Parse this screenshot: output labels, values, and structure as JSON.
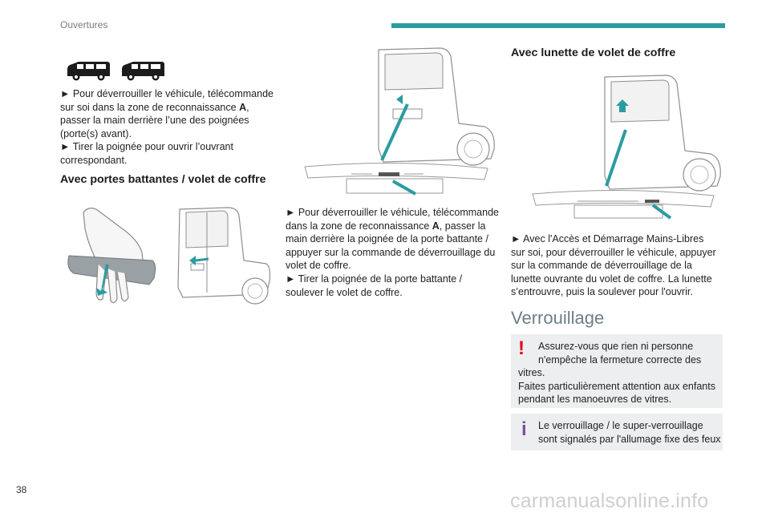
{
  "header": {
    "section_title": "Ouvertures"
  },
  "col1": {
    "instr_line1": "► Pour déverrouiller le véhicule, télécommande",
    "instr_line2_a": "sur soi dans la zone de reconnaissance ",
    "instr_line2_b": "A",
    "instr_line2_c": ",",
    "instr_line3": "passer la main derrière l’une des poignées",
    "instr_line4": "(porte(s) avant).",
    "instr_line5": "► Tirer la poignée pour ouvrir l’ouvrant",
    "instr_line6": "correspondant.",
    "heading": "Avec portes battantes / volet de coffre"
  },
  "col2": {
    "line1": "► Pour déverrouiller le véhicule, télécommande",
    "line2_a": "dans la zone de reconnaissance ",
    "line2_b": "A",
    "line2_c": ", passer la",
    "line3": "main derrière la poignée de la porte battante /",
    "line4": "appuyer sur la commande de déverrouillage du",
    "line5": "volet de coffre.",
    "line6": "► Tirer la poignée de la porte battante /",
    "line7": "soulever le volet de coffre."
  },
  "col3": {
    "heading": "Avec lunette de volet de coffre",
    "line1": "► Avec l'Accès et Démarrage Mains-Libres",
    "line2": "sur soi, pour déverrouiller le véhicule, appuyer",
    "line3": "sur la commande de déverrouillage de la",
    "line4": "lunette ouvrante du volet de coffre. La lunette",
    "line5": "s’entrouvre, puis la soulever pour l'ouvrir.",
    "section_title": "Verrouillage",
    "warning_mark": "!",
    "warning_line1": "Assurez-vous que rien ni personne",
    "warning_line2": "n'empêche la fermeture correcte des",
    "warning_line3": "vitres.",
    "warning_line4": "Faites particulièrement attention aux enfants",
    "warning_line5": "pendant les manoeuvres de vitres.",
    "info_mark": "i",
    "info_line1": "Le verrouillage / le super-verrouillage",
    "info_line2": "sont signalés par l'allumage fixe des feux"
  },
  "footer": {
    "page_number": "38",
    "watermark": "carmanualsonline.info"
  },
  "colors": {
    "accent": "#2a9ca0",
    "warning": "#e2001a",
    "info": "#7b4fa0",
    "box_bg": "#eceeef",
    "heading_gray": "#6d7f86"
  }
}
